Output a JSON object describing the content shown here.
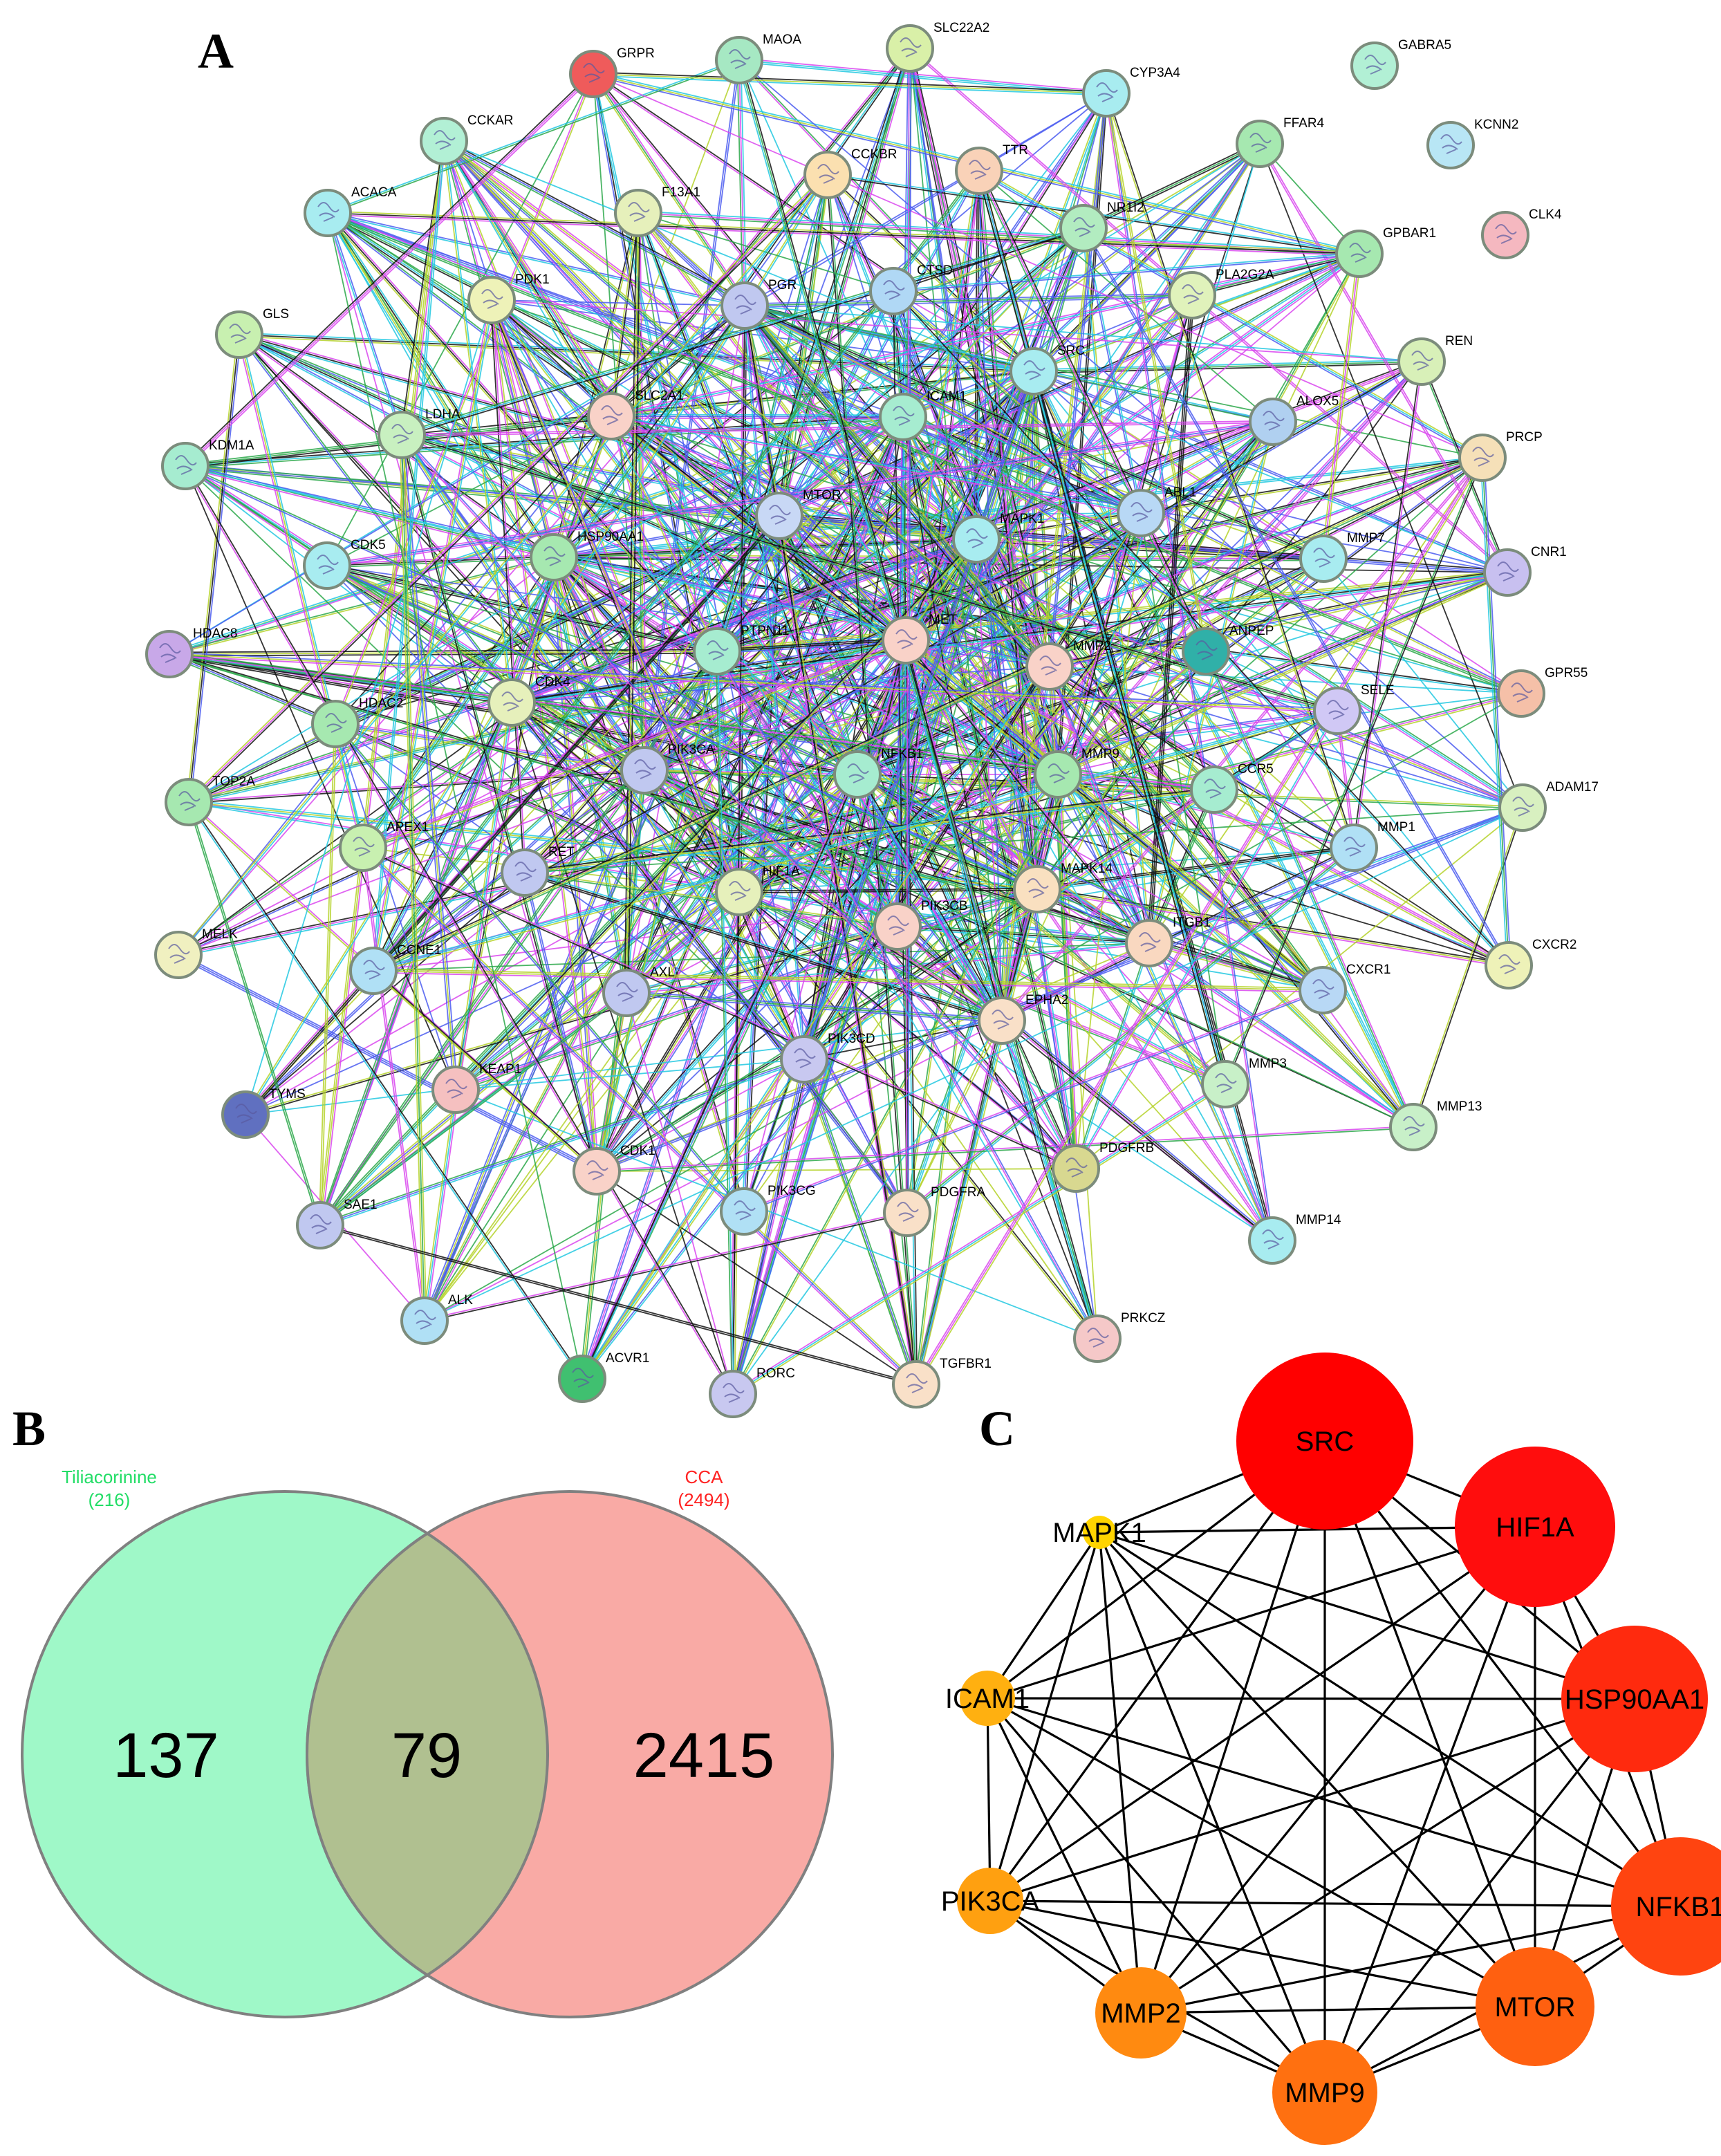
{
  "panels": {
    "a": "A",
    "b": "B",
    "c": "C"
  },
  "network": {
    "nodes": [
      {
        "id": "GRPR",
        "color": "#ef5b5b"
      },
      {
        "id": "MAOA",
        "color": "#a6e8c3"
      },
      {
        "id": "SLC22A2",
        "color": "#d9f0a8"
      },
      {
        "id": "CYP3A4",
        "color": "#a8ecf0"
      },
      {
        "id": "GABRA5",
        "color": "#b2f0d5"
      },
      {
        "id": "CCKAR",
        "color": "#b2f0d5"
      },
      {
        "id": "FFAR4",
        "color": "#a6e8b0"
      },
      {
        "id": "KCNN2",
        "color": "#b8e6f5"
      },
      {
        "id": "CCKBR",
        "color": "#fbe0b0"
      },
      {
        "id": "TTR",
        "color": "#f9d2b8"
      },
      {
        "id": "F13A1",
        "color": "#e6f0bb"
      },
      {
        "id": "ACACA",
        "color": "#a8ecf0"
      },
      {
        "id": "NR1I2",
        "color": "#b2ecc0"
      },
      {
        "id": "CLK4",
        "color": "#f5b8c0"
      },
      {
        "id": "GPBAR1",
        "color": "#a6e8b0"
      },
      {
        "id": "PDK1",
        "color": "#eef2b8"
      },
      {
        "id": "PLA2G2A",
        "color": "#e0f2bb"
      },
      {
        "id": "GLS",
        "color": "#c8f0b0"
      },
      {
        "id": "PGR",
        "color": "#c0c8f0"
      },
      {
        "id": "CTSD",
        "color": "#b0d8f5"
      },
      {
        "id": "REN",
        "color": "#d8f0b8"
      },
      {
        "id": "SRC",
        "color": "#a8ecf0"
      },
      {
        "id": "SLC2A1",
        "color": "#f9d2c8"
      },
      {
        "id": "LDHA",
        "color": "#c8f0c0"
      },
      {
        "id": "ICAM1",
        "color": "#a6ecd0"
      },
      {
        "id": "ALOX5",
        "color": "#b0d0f0"
      },
      {
        "id": "KDM1A",
        "color": "#a6ecd0"
      },
      {
        "id": "PRCP",
        "color": "#f5e0b8"
      },
      {
        "id": "MTOR",
        "color": "#c8d8f5"
      },
      {
        "id": "ABL1",
        "color": "#b8d8f5"
      },
      {
        "id": "HSP90AA1",
        "color": "#a6e8b0"
      },
      {
        "id": "MAPK1",
        "color": "#a8ecf0"
      },
      {
        "id": "CDK5",
        "color": "#a8ecf0"
      },
      {
        "id": "MMP7",
        "color": "#a8ecf0"
      },
      {
        "id": "CNR1",
        "color": "#c8c0f0"
      },
      {
        "id": "HDAC8",
        "color": "#c8a8e8"
      },
      {
        "id": "PTPN11",
        "color": "#a6ecd0"
      },
      {
        "id": "MET",
        "color": "#f9d2c8"
      },
      {
        "id": "MMP2",
        "color": "#f9d2c8"
      },
      {
        "id": "ANPEP",
        "color": "#30b0a8"
      },
      {
        "id": "GPR55",
        "color": "#f5c0a8"
      },
      {
        "id": "CDK4",
        "color": "#e6f0bb"
      },
      {
        "id": "HDAC2",
        "color": "#a6e8b0"
      },
      {
        "id": "SELE",
        "color": "#d0c8f5"
      },
      {
        "id": "PIK3CA",
        "color": "#c0c8f0"
      },
      {
        "id": "NFKB1",
        "color": "#a6ecd0"
      },
      {
        "id": "MMP9",
        "color": "#a6e8b0"
      },
      {
        "id": "CCR5",
        "color": "#a6ecd0"
      },
      {
        "id": "TOP2A",
        "color": "#a6e8b0"
      },
      {
        "id": "ADAM17",
        "color": "#d8f0c0"
      },
      {
        "id": "APEX1",
        "color": "#c8f0b0"
      },
      {
        "id": "MMP1",
        "color": "#b0e0f5"
      },
      {
        "id": "RET",
        "color": "#c0c8f0"
      },
      {
        "id": "HIF1A",
        "color": "#e6f0bb"
      },
      {
        "id": "MAPK14",
        "color": "#f9e0c0"
      },
      {
        "id": "PIK3CB",
        "color": "#f9d2c8"
      },
      {
        "id": "MELK",
        "color": "#f0f0c0"
      },
      {
        "id": "ITGB1",
        "color": "#f9d8c0"
      },
      {
        "id": "CXCR2",
        "color": "#eef2b8"
      },
      {
        "id": "CCNE1",
        "color": "#b0e0f5"
      },
      {
        "id": "AXL",
        "color": "#c0c8f0"
      },
      {
        "id": "CXCR1",
        "color": "#b8d8f5"
      },
      {
        "id": "EPHA2",
        "color": "#f9e0c8"
      },
      {
        "id": "PIK3CD",
        "color": "#c8c8f0"
      },
      {
        "id": "TYMS",
        "color": "#6070c0"
      },
      {
        "id": "KEAP1",
        "color": "#f5c0c0"
      },
      {
        "id": "MMP3",
        "color": "#c8f0c8"
      },
      {
        "id": "MMP13",
        "color": "#c8f0c8"
      },
      {
        "id": "CDK1",
        "color": "#f9d2c8"
      },
      {
        "id": "PDGFRB",
        "color": "#d8d890"
      },
      {
        "id": "PIK3CG",
        "color": "#b0e0f5"
      },
      {
        "id": "PDGFRA",
        "color": "#f9e0c8"
      },
      {
        "id": "SAE1",
        "color": "#c0c8f0"
      },
      {
        "id": "MMP14",
        "color": "#a8ecf0"
      },
      {
        "id": "ALK",
        "color": "#b0e0f5"
      },
      {
        "id": "PRKCZ",
        "color": "#f5c8c8"
      },
      {
        "id": "ACVR1",
        "color": "#40c070"
      },
      {
        "id": "RORC",
        "color": "#c8c8f0"
      },
      {
        "id": "TGFBR1",
        "color": "#f9e0c8"
      }
    ]
  },
  "venn": {
    "left": {
      "name": "Tiliacorinine",
      "total": "(216)",
      "only": "137",
      "color": "#9ff8c8",
      "text_color": "#22dd66"
    },
    "right": {
      "name": "CCA",
      "total": "(2494)",
      "only": "2415",
      "color": "#f9aaa5",
      "text_color": "#ff2222"
    },
    "overlap": {
      "value": "79",
      "color": "#b0c090"
    }
  },
  "hub": {
    "nodes": [
      {
        "id": "SRC",
        "color": "#ff0000"
      },
      {
        "id": "HIF1A",
        "color": "#ff0d0d"
      },
      {
        "id": "HSP90AA1",
        "color": "#ff2a0e"
      },
      {
        "id": "NFKB1",
        "color": "#ff4410"
      },
      {
        "id": "MTOR",
        "color": "#ff6010"
      },
      {
        "id": "MMP9",
        "color": "#ff7010"
      },
      {
        "id": "MMP2",
        "color": "#ff8a10"
      },
      {
        "id": "PIK3CA",
        "color": "#ffa010"
      },
      {
        "id": "ICAM1",
        "color": "#ffb010"
      },
      {
        "id": "MAPK1",
        "color": "#ffd400"
      }
    ]
  }
}
